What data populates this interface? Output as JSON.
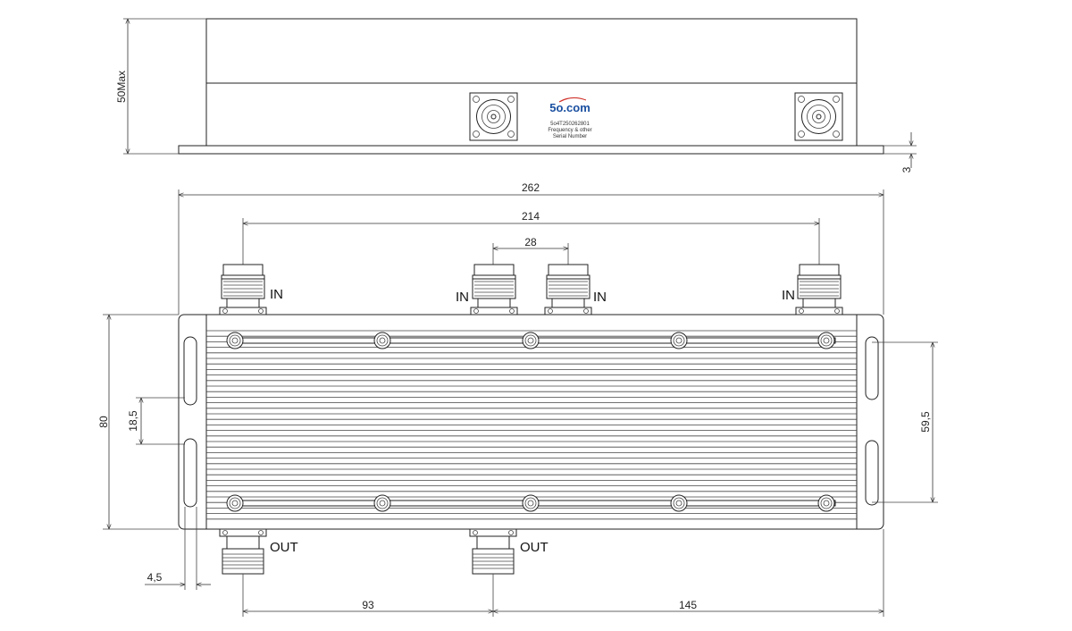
{
  "label": {
    "brand": "5o.com",
    "serial_code": "5o4T250262801",
    "frequency_note": "Frequency & other",
    "serial_note": "Serial Number"
  },
  "dimensions": {
    "height_max": "50Max",
    "flange_thickness": "3",
    "overall_length": "262",
    "in_outer_spacing": "214",
    "in_inner_spacing": "28",
    "body_width": "80",
    "slot_gap": "18,5",
    "slot_span": "59,5",
    "edge_offset": "4,5",
    "out_spacing": "93",
    "out_to_end": "145"
  },
  "ports": {
    "in_1": "IN",
    "in_2": "IN",
    "in_3": "IN",
    "in_4": "IN",
    "out_1": "OUT",
    "out_2": "OUT"
  },
  "colors": {
    "line": "#222222",
    "logo": "#1a4fa0",
    "logo_accent": "#d0322b"
  }
}
